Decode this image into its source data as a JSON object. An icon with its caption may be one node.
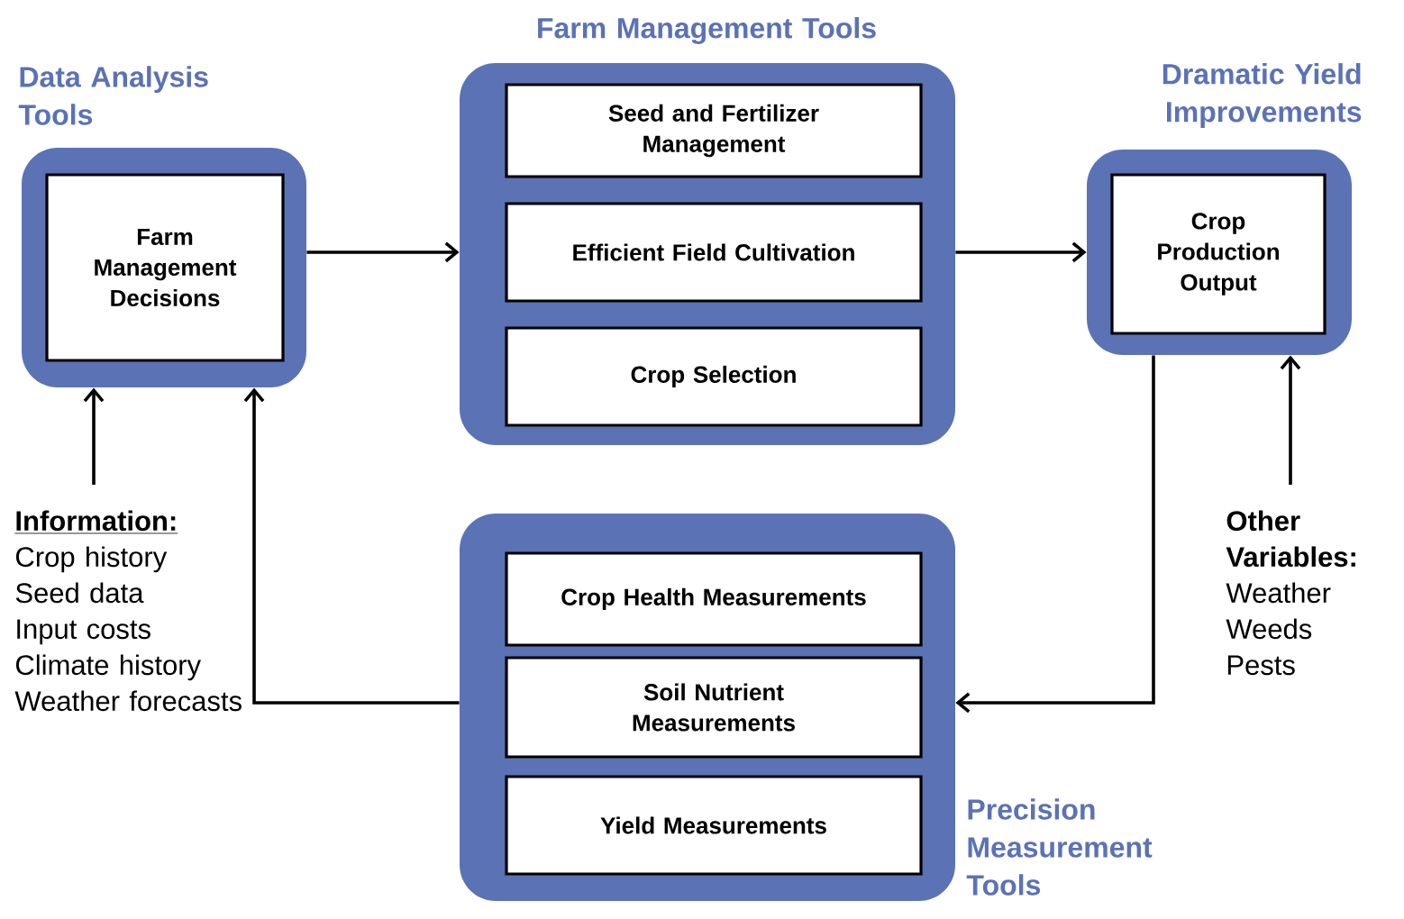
{
  "diagram": {
    "nodes": [
      {
        "text": [
          "Data Analysis Tools"
        ]
      },
      {
        "text": [
          "Farm Management Decisions"
        ],
        "in": 0
      },
      {
        "text": [
          "Farm Management Tools"
        ]
      },
      {
        "text": [
          "Seed and Fertilizer Management"
        ],
        "in": 2
      },
      {
        "text": [
          "Efficient Field Cultivation"
        ],
        "in": 2
      },
      {
        "text": [
          "Crop Selection"
        ],
        "in": 2
      },
      {
        "text": [
          "Dramatic Yield Improvements"
        ]
      },
      {
        "text": [
          "Crop Production Output"
        ],
        "in": 6
      },
      {
        "text": [
          "Precision Measurement Tools"
        ]
      },
      {
        "text": [
          "Crop Health Measurements"
        ],
        "in": 8
      },
      {
        "text": [
          "Soil Nutrient Measurements"
        ],
        "in": 8
      },
      {
        "text": [
          "Yield Measurements"
        ],
        "in": 8
      },
      {
        "text": [
          "Information:",
          "Crop history",
          "Seed data",
          "Input costs",
          "Climate history",
          "Weather forecasts"
        ]
      },
      {
        "text": [
          "Other Variables:",
          "Weather",
          "Weeds",
          "Pests"
        ]
      }
    ],
    "edges": [
      {
        "from": 0,
        "to": 2,
        "arrow": "to"
      },
      {
        "from": 2,
        "to": 6,
        "arrow": "to"
      },
      {
        "from": 12,
        "to": 0,
        "arrow": "to"
      },
      {
        "from": 13,
        "to": 6,
        "arrow": "to"
      },
      {
        "from": 6,
        "to": 8,
        "arrow": "to"
      },
      {
        "from": 8,
        "to": 0,
        "arrow": "to"
      }
    ]
  }
}
